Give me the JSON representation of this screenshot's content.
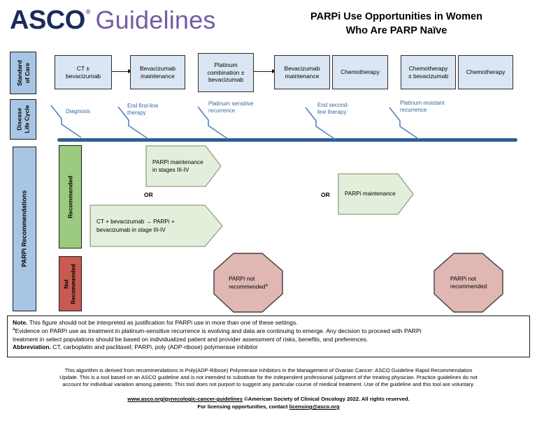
{
  "header": {
    "logo_asco": "ASCO",
    "logo_registered": "®",
    "logo_guidelines": "Guidelines",
    "title_line1": "PARPi Use Opportunities in Women",
    "title_line2": "Who Are PARP Naïve"
  },
  "standard_of_care": {
    "label": "Standard\nof Care",
    "boxes": [
      "CT ±\nbevacizumab",
      "Bevacizumab\nmaintenance",
      "Platinum\ncombination ±\nbevacizumab",
      "Bevacizumab\nmaintenance",
      "Chemotherapy",
      "Chemotherapy\n± bevacizumab",
      "Chemotherapy"
    ]
  },
  "disease_life_cycle": {
    "label": "Disease\nLife Cycle",
    "milestones": [
      "Diagnosis",
      "End first-line\ntherapy",
      "Platinum sensitive\nrecurrence",
      "End second-\nline therapy",
      "Platinum resistant\nrecurrence"
    ]
  },
  "recommendations": {
    "sidebar_label": "PARPi Recommendations",
    "recommended_label": "Recommended",
    "not_recommended_label": "Not\nRecommended",
    "or_first": "OR",
    "or_second": "OR",
    "arrow_maintenance_stages": "PARPi maintenance\nin stages III-IV",
    "arrow_ct_bev": "CT + bevacizumab →  PARPi +\nbevacizumab in stage III-IV",
    "arrow_maintenance": "PARPi maintenance",
    "octagon_first_text": "PARPi not\nrecommended",
    "octagon_first_sup": "a",
    "octagon_second_text": "PARPi not\nrecommended"
  },
  "note_box": {
    "note_label": "Note.",
    "note_text": " This figure should not be interpreted as justification for PARPi use in more than one of these settings.",
    "evidence_sup": "a",
    "evidence_text": "Evidence on PARPi use as treatment in platinum-sensitive recurrence is evolving and data are continuing to emerge. Any decision to proceed with PARPi\ntreatment in select populations should be based on individualized patient and provider assessment of risks, benefits, and preferences.",
    "abbreviation_label": "Abbreviation.",
    "abbreviation_text": " CT, carboplatin and paclitaxel; PARPi, poly (ADP-ribose) polymerase inhibitor"
  },
  "footer": {
    "disclaimer": "This algorithm is derived from recommendations in Poly(ADP-Ribose) Polymerase Inhibitors in the Management of Ovarian Cancer: ASCO Guideline Rapid Recommendation\nUpdate. This is a tool based on an ASCO guideline and is not intended to substitute for the independent professional judgment of the treating physician. Practice guidelines do not\naccount for individual variation among patients. This tool does not purport to suggest any particular course of medical treatment. Use of the guideline and this tool are voluntary.",
    "link_guidelines": "www.asco.org/gynecologic-cancer-guidelines",
    "copyright": "  ©American Society of Clinical Oncology 2022.  All rights reserved.",
    "licensing_prefix": "For licensing opportunities, contact ",
    "link_licensing": "licensing@asco.org"
  },
  "colors": {
    "label_blue": "#a7c6e5",
    "box_blue": "#dae6f3",
    "recommended_green": "#9cca7e",
    "not_recommended_red": "#c75b52",
    "arrow_green_fill": "#e3efda",
    "octagon_red_fill": "#e0b7b3",
    "timeline_blue": "#2e5d90",
    "callout_blue": "#4f81bd",
    "logo_navy": "#1b2a5e",
    "logo_purple": "#745ba5"
  }
}
